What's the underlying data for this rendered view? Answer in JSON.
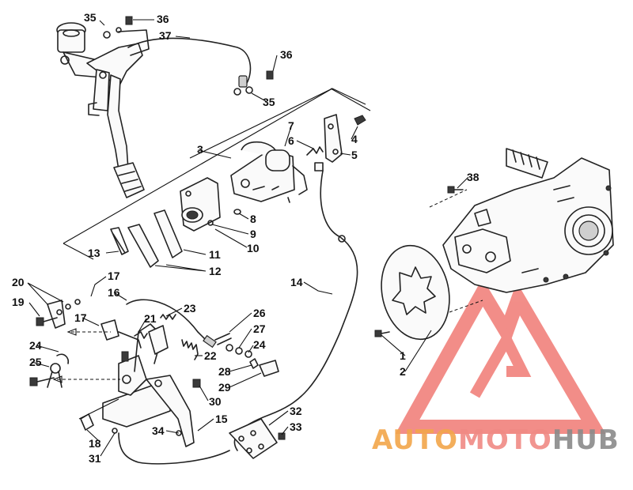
{
  "diagram": {
    "callouts": [
      {
        "id": "c35a",
        "text": "35"
      },
      {
        "id": "c36a",
        "text": "36"
      },
      {
        "id": "c37",
        "text": "37"
      },
      {
        "id": "c36b",
        "text": "36"
      },
      {
        "id": "c35b",
        "text": "35"
      },
      {
        "id": "c7",
        "text": "7"
      },
      {
        "id": "c6",
        "text": "6"
      },
      {
        "id": "c4",
        "text": "4"
      },
      {
        "id": "c5",
        "text": "5"
      },
      {
        "id": "c3",
        "text": "3"
      },
      {
        "id": "c8",
        "text": "8"
      },
      {
        "id": "c9",
        "text": "9"
      },
      {
        "id": "c10",
        "text": "10"
      },
      {
        "id": "c11",
        "text": "11"
      },
      {
        "id": "c12",
        "text": "12"
      },
      {
        "id": "c13",
        "text": "13"
      },
      {
        "id": "c38",
        "text": "38"
      },
      {
        "id": "c14",
        "text": "14"
      },
      {
        "id": "c20",
        "text": "20"
      },
      {
        "id": "c19",
        "text": "19"
      },
      {
        "id": "c17a",
        "text": "17"
      },
      {
        "id": "c16",
        "text": "16"
      },
      {
        "id": "c17b",
        "text": "17"
      },
      {
        "id": "c21",
        "text": "21"
      },
      {
        "id": "c23",
        "text": "23"
      },
      {
        "id": "c26",
        "text": "26"
      },
      {
        "id": "c27",
        "text": "27"
      },
      {
        "id": "c24b",
        "text": "24"
      },
      {
        "id": "c22",
        "text": "22"
      },
      {
        "id": "c24a",
        "text": "24"
      },
      {
        "id": "c25",
        "text": "25"
      },
      {
        "id": "c28",
        "text": "28"
      },
      {
        "id": "c29",
        "text": "29"
      },
      {
        "id": "c30",
        "text": "30"
      },
      {
        "id": "c15",
        "text": "15"
      },
      {
        "id": "c32",
        "text": "32"
      },
      {
        "id": "c33",
        "text": "33"
      },
      {
        "id": "c34",
        "text": "34"
      },
      {
        "id": "c18",
        "text": "18"
      },
      {
        "id": "c31",
        "text": "31"
      },
      {
        "id": "c1",
        "text": "1"
      },
      {
        "id": "c2",
        "text": "2"
      }
    ]
  },
  "watermark": {
    "part1": "AUTO",
    "part2": "MOTO",
    "part3": "HUB",
    "color_a": "#f2a64a",
    "color_b": "#f08a84",
    "color_c": "#8a8a8a",
    "logo_color": "#f07a74"
  }
}
